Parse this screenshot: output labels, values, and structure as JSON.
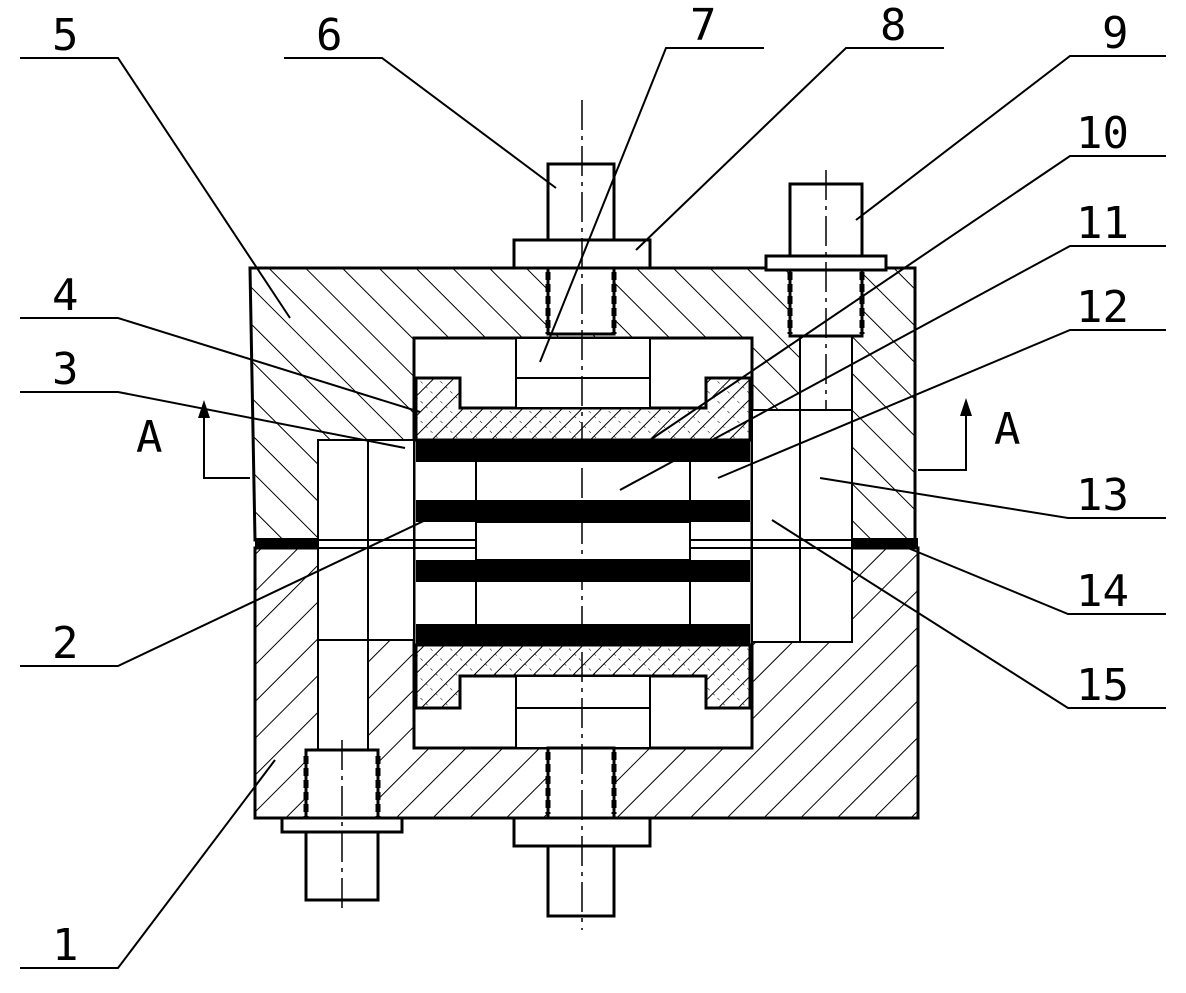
{
  "figure": {
    "part_labels": [
      "1",
      "2",
      "3",
      "4",
      "5",
      "6",
      "7",
      "8",
      "9",
      "10",
      "11",
      "12",
      "13",
      "14",
      "15"
    ],
    "section_marks": [
      "A",
      "A"
    ]
  },
  "colors": {
    "line": "#000000",
    "background": "#ffffff"
  }
}
